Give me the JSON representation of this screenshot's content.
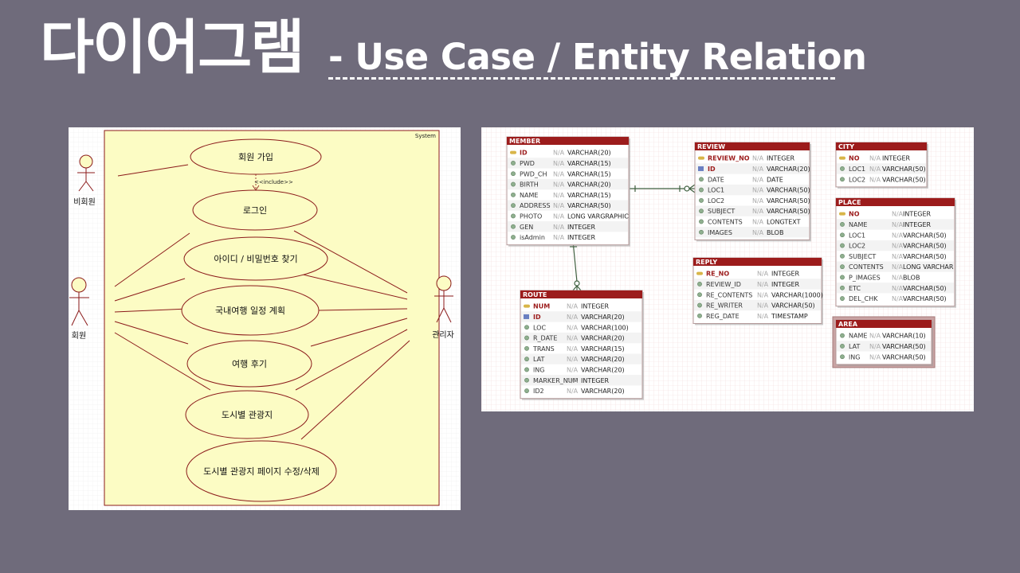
{
  "title": {
    "main": "다이어그램",
    "sub": "- Use Case / Entity Relation"
  },
  "use_case": {
    "system_label": "System",
    "include_label": "<<include>>",
    "actors": {
      "guest": "비회원",
      "member": "회원",
      "admin": "관리자"
    },
    "use_cases": [
      "회원 가입",
      "로그인",
      "아이디 / 비밀번호 찾기",
      "국내여행 일정 계획",
      "여행 후기",
      "도시별 관광지",
      "도시별 관광지 페이지 수정/삭제"
    ]
  },
  "er": {
    "colors": {
      "header": "#9c1c1c",
      "key": "#9c1c1c",
      "line": "#3f5f3f",
      "border": "#b49a9a"
    },
    "tables": {
      "member": {
        "name": "MEMBER",
        "columns": [
          {
            "marker": "pk",
            "name": "ID",
            "null": "N/A",
            "type": "VARCHAR(20)"
          },
          {
            "marker": "col",
            "name": "PWD",
            "null": "N/A",
            "type": "VARCHAR(15)"
          },
          {
            "marker": "col",
            "name": "PWD_CH",
            "null": "N/A",
            "type": "VARCHAR(15)"
          },
          {
            "marker": "col",
            "name": "BIRTH",
            "null": "N/A",
            "type": "VARCHAR(20)"
          },
          {
            "marker": "col",
            "name": "NAME",
            "null": "N/A",
            "type": "VARCHAR(15)"
          },
          {
            "marker": "col",
            "name": "ADDRESS",
            "null": "N/A",
            "type": "VARCHAR(50)"
          },
          {
            "marker": "col",
            "name": "PHOTO",
            "null": "N/A",
            "type": "LONG VARGRAPHIC"
          },
          {
            "marker": "col",
            "name": "GEN",
            "null": "N/A",
            "type": "INTEGER"
          },
          {
            "marker": "col",
            "name": "isAdmin",
            "null": "N/A",
            "type": "INTEGER"
          }
        ]
      },
      "review": {
        "name": "REVIEW",
        "columns": [
          {
            "marker": "pk",
            "name": "REVIEW_NO",
            "null": "N/A",
            "type": "INTEGER"
          },
          {
            "marker": "fk",
            "name": "ID",
            "null": "N/A",
            "type": "VARCHAR(20)"
          },
          {
            "marker": "col",
            "name": "DATE",
            "null": "N/A",
            "type": "DATE"
          },
          {
            "marker": "col",
            "name": "LOC1",
            "null": "N/A",
            "type": "VARCHAR(50)"
          },
          {
            "marker": "col",
            "name": "LOC2",
            "null": "N/A",
            "type": "VARCHAR(50)"
          },
          {
            "marker": "col",
            "name": "SUBJECT",
            "null": "N/A",
            "type": "VARCHAR(50)"
          },
          {
            "marker": "col",
            "name": "CONTENTS",
            "null": "N/A",
            "type": "LONGTEXT"
          },
          {
            "marker": "col",
            "name": "IMAGES",
            "null": "N/A",
            "type": "BLOB"
          }
        ]
      },
      "city": {
        "name": "CITY",
        "columns": [
          {
            "marker": "pk",
            "name": "NO",
            "null": "N/A",
            "type": "INTEGER"
          },
          {
            "marker": "col",
            "name": "LOC1",
            "null": "N/A",
            "type": "VARCHAR(50)"
          },
          {
            "marker": "col",
            "name": "LOC2",
            "null": "N/A",
            "type": "VARCHAR(50)"
          }
        ]
      },
      "place": {
        "name": "PLACE",
        "columns": [
          {
            "marker": "pk",
            "name": "NO",
            "null": "N/A",
            "type": "INTEGER"
          },
          {
            "marker": "col",
            "name": "NAME",
            "null": "N/A",
            "type": "INTEGER"
          },
          {
            "marker": "col",
            "name": "LOC1",
            "null": "N/A",
            "type": "VARCHAR(50)"
          },
          {
            "marker": "col",
            "name": "LOC2",
            "null": "N/A",
            "type": "VARCHAR(50)"
          },
          {
            "marker": "col",
            "name": "SUBJECT",
            "null": "N/A",
            "type": "VARCHAR(50)"
          },
          {
            "marker": "col",
            "name": "CONTENTS",
            "null": "N/A",
            "type": "LONG VARCHAR"
          },
          {
            "marker": "col",
            "name": "P_IMAGES",
            "null": "N/A",
            "type": "BLOB"
          },
          {
            "marker": "col",
            "name": "ETC",
            "null": "N/A",
            "type": "VARCHAR(50)"
          },
          {
            "marker": "col",
            "name": "DEL_CHK",
            "null": "N/A",
            "type": "VARCHAR(50)"
          }
        ]
      },
      "reply": {
        "name": "REPLY",
        "columns": [
          {
            "marker": "pk",
            "name": "RE_NO",
            "null": "N/A",
            "type": "INTEGER"
          },
          {
            "marker": "col",
            "name": "REVIEW_ID",
            "null": "N/A",
            "type": "INTEGER"
          },
          {
            "marker": "col",
            "name": "RE_CONTENTS",
            "null": "N/A",
            "type": "VARCHAR(1000)"
          },
          {
            "marker": "col",
            "name": "RE_WRITER",
            "null": "N/A",
            "type": "VARCHAR(50)"
          },
          {
            "marker": "col",
            "name": "REG_DATE",
            "null": "N/A",
            "type": "TIMESTAMP"
          }
        ]
      },
      "route": {
        "name": "ROUTE",
        "columns": [
          {
            "marker": "pk",
            "name": "NUM",
            "null": "N/A",
            "type": "INTEGER"
          },
          {
            "marker": "fk",
            "name": "ID",
            "null": "N/A",
            "type": "VARCHAR(20)"
          },
          {
            "marker": "col",
            "name": "LOC",
            "null": "N/A",
            "type": "VARCHAR(100)"
          },
          {
            "marker": "col",
            "name": "R_DATE",
            "null": "N/A",
            "type": "VARCHAR(20)"
          },
          {
            "marker": "col",
            "name": "TRANS",
            "null": "N/A",
            "type": "VARCHAR(15)"
          },
          {
            "marker": "col",
            "name": "LAT",
            "null": "N/A",
            "type": "VARCHAR(20)"
          },
          {
            "marker": "col",
            "name": "lNG",
            "null": "N/A",
            "type": "VARCHAR(20)"
          },
          {
            "marker": "col",
            "name": "MARKER_NUM",
            "null": "N/A",
            "type": "INTEGER"
          },
          {
            "marker": "col",
            "name": "ID2",
            "null": "N/A",
            "type": "VARCHAR(20)"
          }
        ]
      },
      "area": {
        "name": "AREA",
        "columns": [
          {
            "marker": "col",
            "name": "NAME",
            "null": "N/A",
            "type": "VARCHAR(10)"
          },
          {
            "marker": "col",
            "name": "LAT",
            "null": "N/A",
            "type": "VARCHAR(50)"
          },
          {
            "marker": "col",
            "name": "lNG",
            "null": "N/A",
            "type": "VARCHAR(50)"
          }
        ]
      }
    }
  }
}
